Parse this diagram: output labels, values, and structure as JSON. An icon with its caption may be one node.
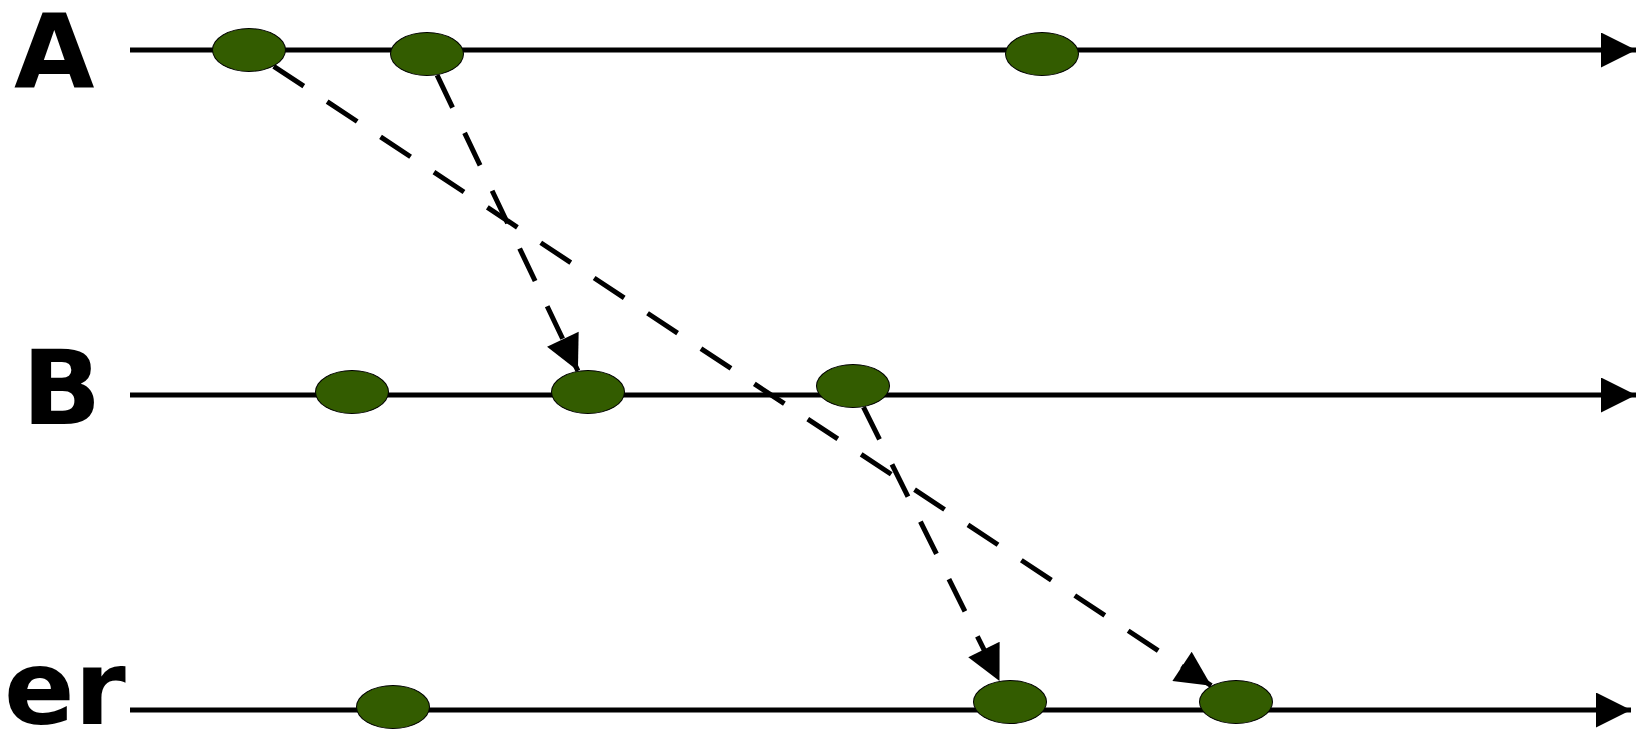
{
  "diagram": {
    "nodes": [
      {
        "text": [
          "A"
        ]
      },
      {
        "text": [],
        "shape": "ellipse"
      },
      {
        "text": [],
        "shape": "ellipse"
      },
      {
        "text": [],
        "shape": "ellipse"
      },
      {
        "text": [
          "B"
        ]
      },
      {
        "text": [],
        "shape": "ellipse"
      },
      {
        "text": [],
        "shape": "ellipse"
      },
      {
        "text": [],
        "shape": "ellipse"
      },
      {
        "text": [
          "er"
        ]
      },
      {
        "text": [],
        "shape": "ellipse"
      },
      {
        "text": [],
        "shape": "ellipse"
      },
      {
        "text": [],
        "shape": "ellipse"
      }
    ],
    "edges": [
      {
        "from": 0,
        "to": null,
        "arrow": "to"
      },
      {
        "from": 4,
        "to": null,
        "arrow": "to"
      },
      {
        "from": 8,
        "to": null,
        "arrow": "to"
      },
      {
        "from": 1,
        "to": 11,
        "arrow": "to",
        "style": "dashed"
      },
      {
        "from": 2,
        "to": 6,
        "arrow": "to",
        "style": "dashed"
      },
      {
        "from": 7,
        "to": 10,
        "arrow": "to",
        "style": "dashed"
      }
    ]
  }
}
